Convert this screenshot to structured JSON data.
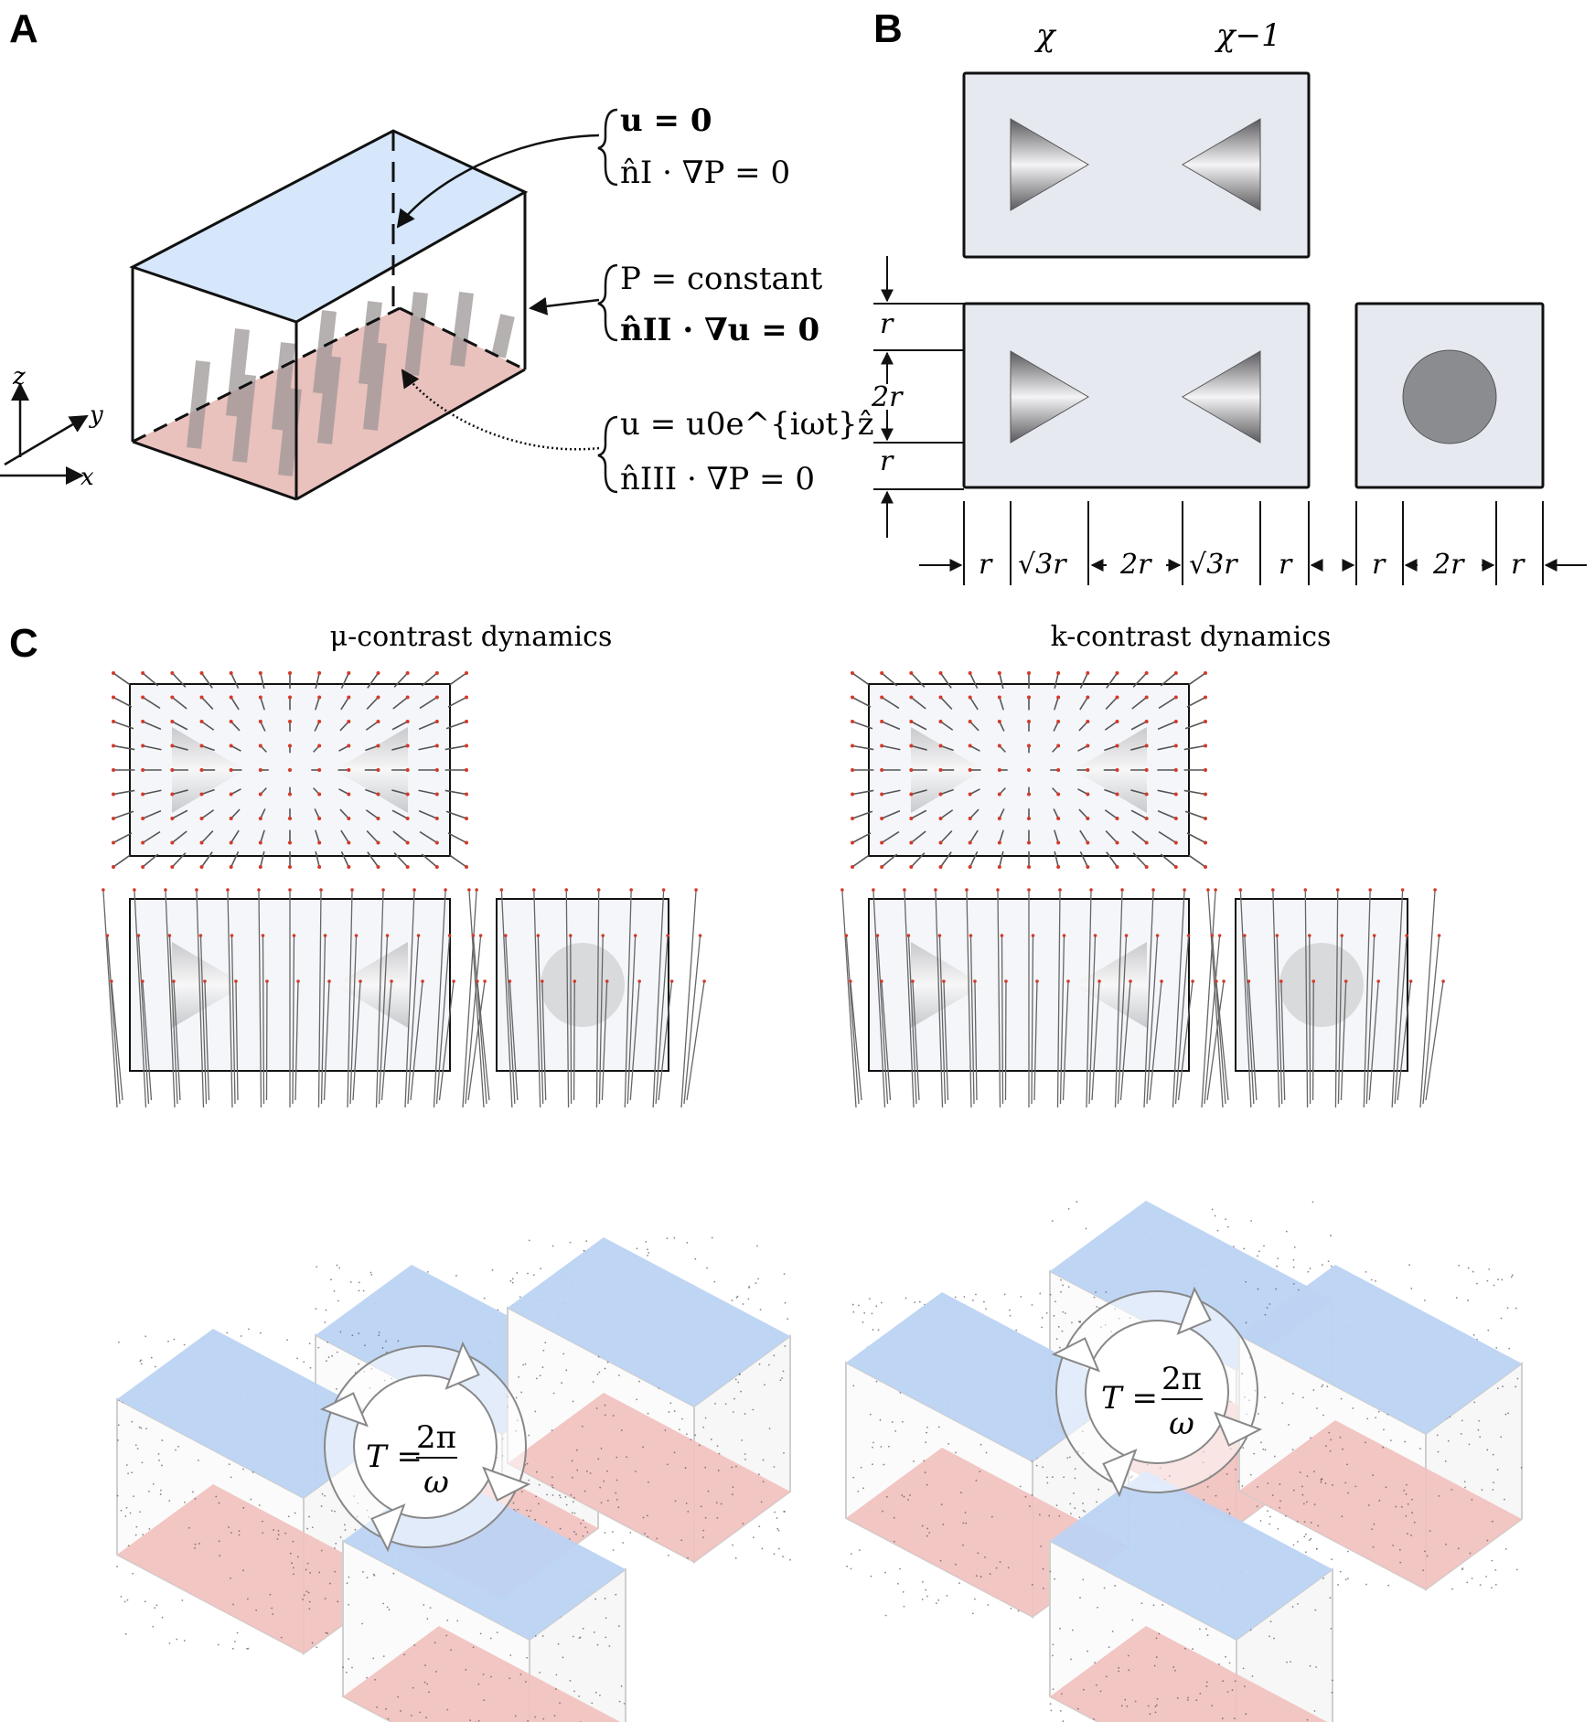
{
  "panels": {
    "a": {
      "letter": "A"
    },
    "b": {
      "letter": "B"
    },
    "c": {
      "letter": "C"
    }
  },
  "panel_a": {
    "axes": {
      "x": "x",
      "y": "y",
      "z": "z"
    },
    "bc_top": {
      "line1": "u = 0",
      "line2": "n̂I · ∇P = 0"
    },
    "bc_side": {
      "line1": "P = constant",
      "line2": "n̂II · ∇u = 0"
    },
    "bc_bottom": {
      "line1": "u = u0e^{iωt}ẑ",
      "line2": "n̂III · ∇P = 0"
    },
    "colors": {
      "top_face": "#d6e6fb",
      "bottom_face": "#e9c1bd"
    }
  },
  "panel_b": {
    "header_chi": "χ",
    "header_chi_inv": "χ−1",
    "vertical_dims": [
      "r",
      "2r",
      "r"
    ],
    "horizontal_dims_left": [
      "r",
      "√3r",
      "2r",
      "√3r",
      "r"
    ],
    "horizontal_dims_right": [
      "r",
      "2r",
      "r"
    ],
    "colors": {
      "cell_fill": "#e6e9f0",
      "disk_fill": "#8a8c90"
    }
  },
  "panel_c": {
    "mu_title": "μ-contrast dynamics",
    "k_title": "k-contrast dynamics",
    "period_label": "T = 2π/ω",
    "period_T": "T =",
    "period_num": "2π",
    "period_den": "ω",
    "colors": {
      "top_face": "#bcd3f3",
      "bottom_face": "#f1c0bc",
      "rod_tip": "#d23a2a"
    }
  }
}
